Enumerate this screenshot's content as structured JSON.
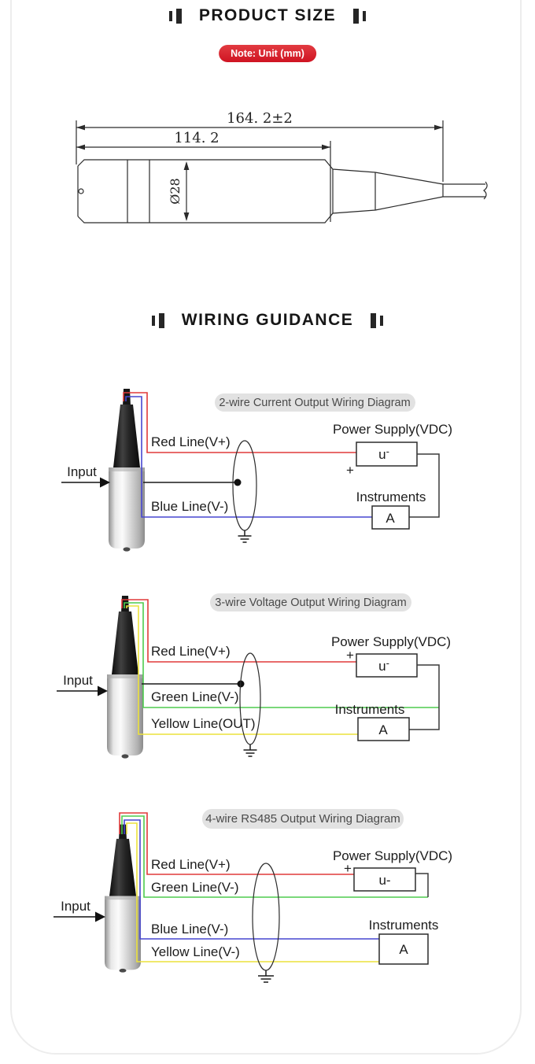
{
  "header": {
    "product_size_title": "PRODUCT SIZE",
    "note_badge": "Note: Unit (mm)",
    "wiring_title": "WIRING GUIDANCE"
  },
  "drawing": {
    "dim_overall": "164. 2±2",
    "dim_body_length": "114. 2",
    "dim_diameter": "Ø28"
  },
  "diagrams": [
    {
      "title": "2-wire Current Output Wiring Diagram",
      "input_label": "Input",
      "power_supply_label": "Power Supply(VDC)",
      "power_box_u": "u",
      "power_box_minus": "-",
      "plus_sign": "+",
      "instruments_label": "Instruments",
      "instruments_box": "A",
      "wires": [
        {
          "label": "Red Line(V+)"
        },
        {
          "label": "Blue Line(V-)"
        }
      ]
    },
    {
      "title": "3-wire Voltage Output Wiring Diagram",
      "input_label": "Input",
      "power_supply_label": "Power Supply(VDC)",
      "power_box_u": "u",
      "power_box_minus": "-",
      "plus_sign": "+",
      "instruments_label": "Instruments",
      "instruments_box": "A",
      "wires": [
        {
          "label": "Red Line(V+)"
        },
        {
          "label": "Green Line(V-)"
        },
        {
          "label": "Yellow Line(OUT)"
        }
      ]
    },
    {
      "title": "4-wire RS485 Output Wiring Diagram",
      "input_label": "Input",
      "power_supply_label": "Power Supply(VDC)",
      "power_box": "u-",
      "plus_sign": "+",
      "instruments_label": "Instruments",
      "instruments_box": "A",
      "wires": [
        {
          "label": "Red Line(V+)"
        },
        {
          "label": "Green Line(V-)"
        },
        {
          "label": "Blue Line(V-)"
        },
        {
          "label": "Yellow Line(V-)"
        }
      ]
    }
  ],
  "colors": {
    "badge_red": "#d8232f",
    "pill_gray": "#e2e2e2",
    "wire_red": "#e03a3a",
    "wire_blue": "#4747d1",
    "wire_green": "#4ecb4e",
    "wire_yellow": "#ece23c",
    "wire_black": "#1a1a1a"
  }
}
